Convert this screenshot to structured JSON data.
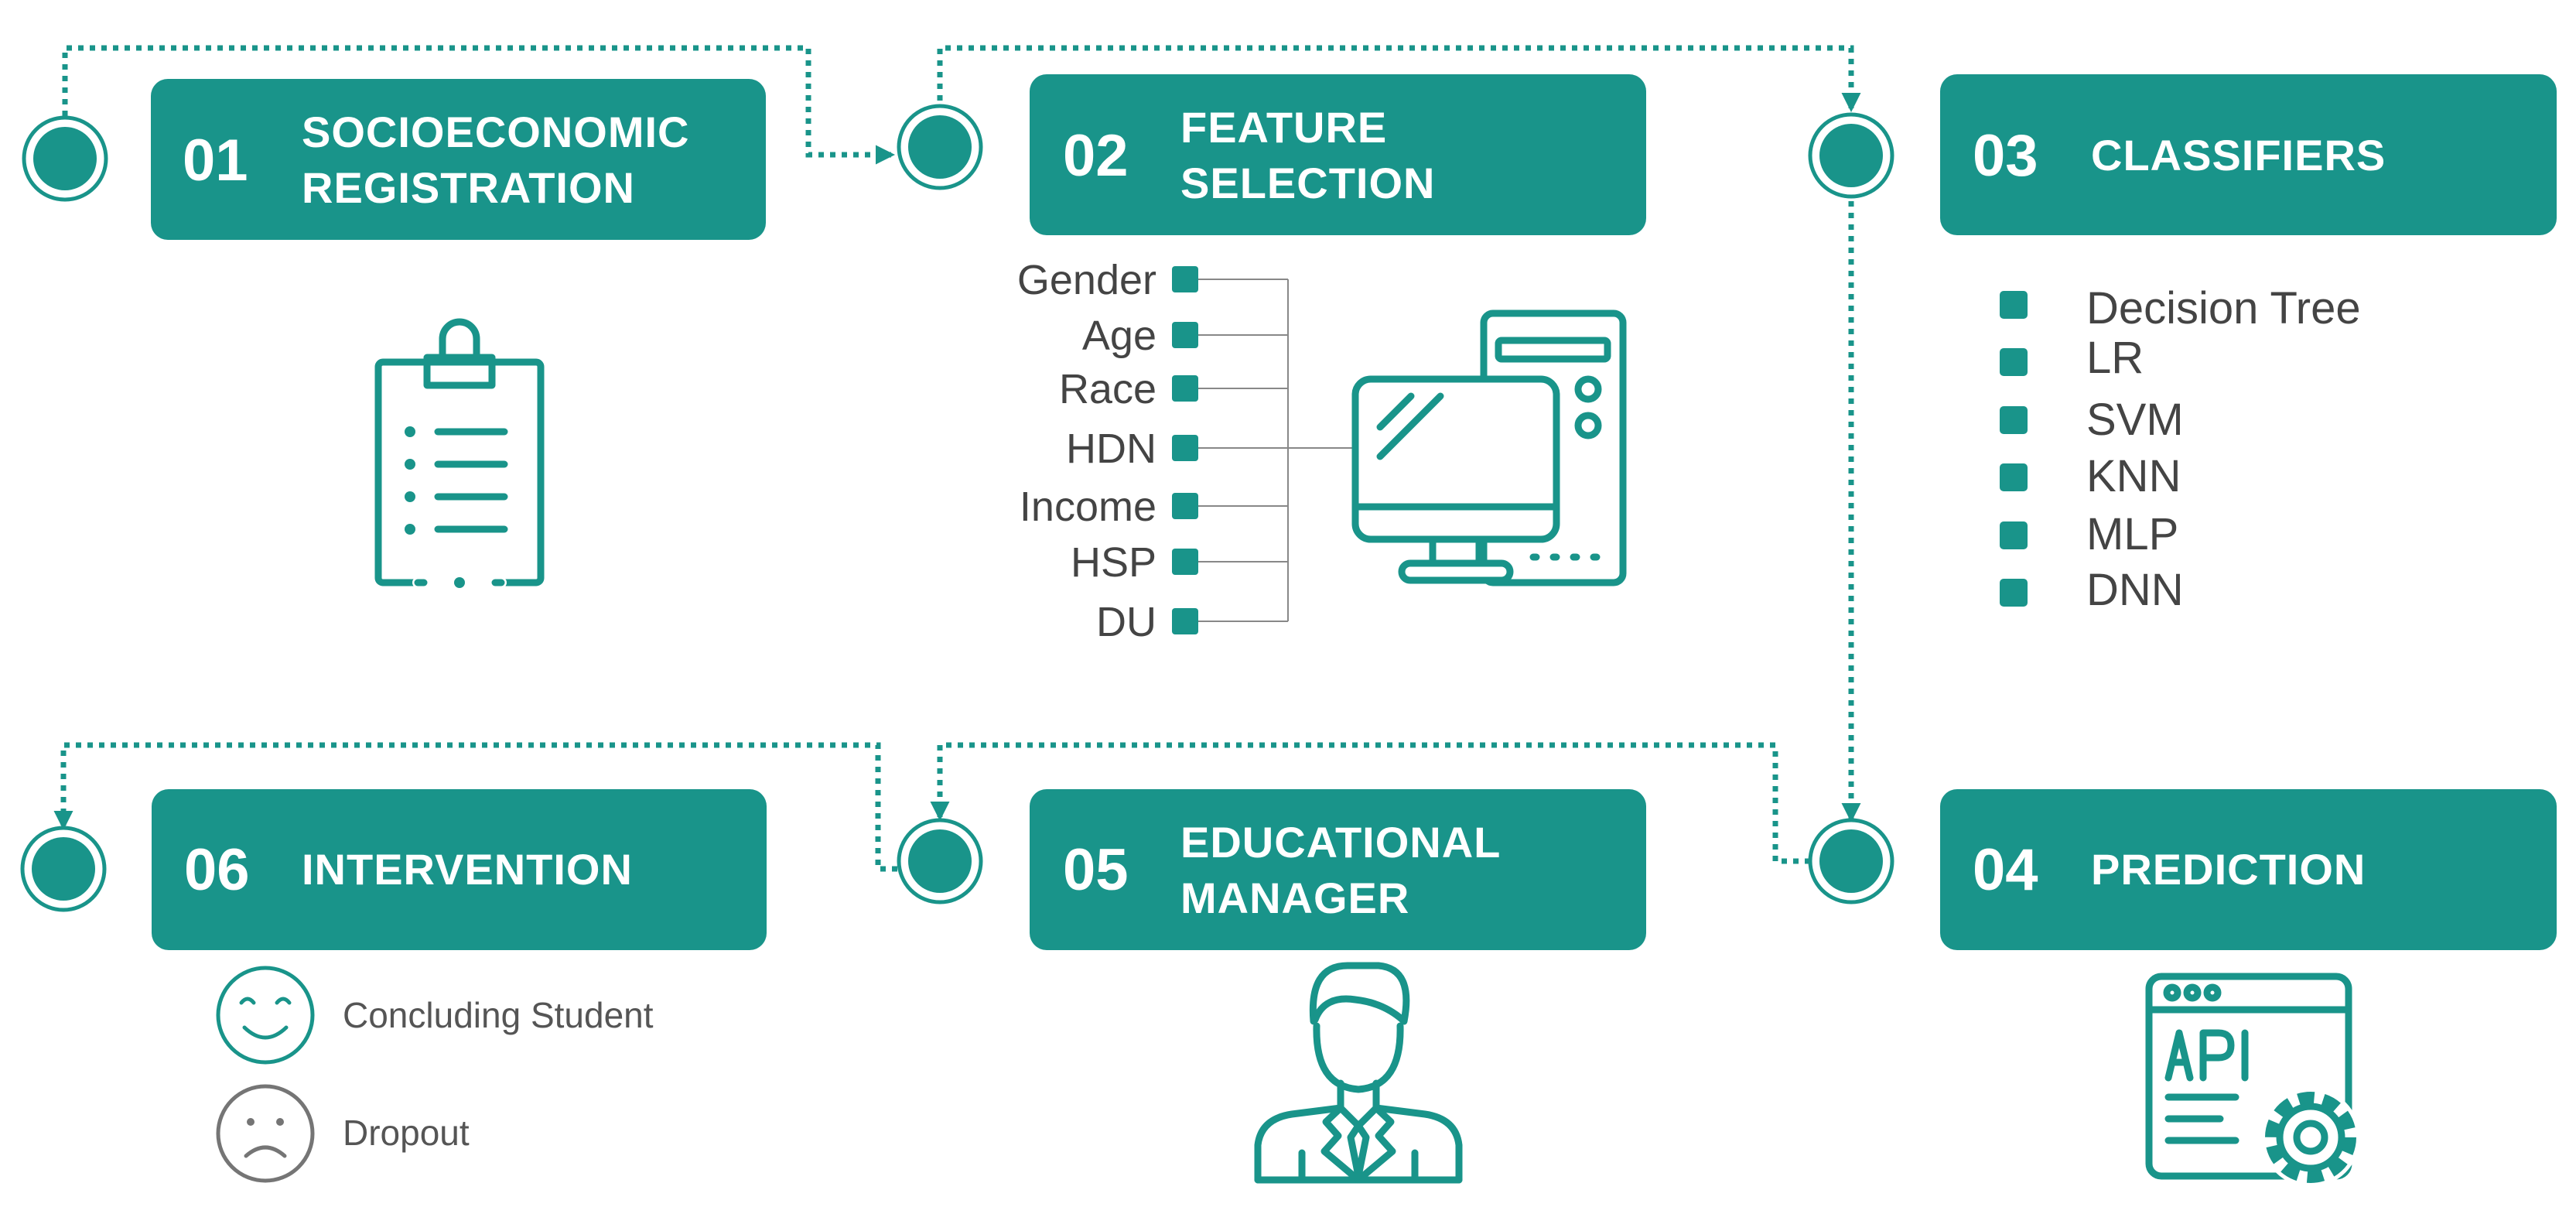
{
  "colors": {
    "teal": "#19948a",
    "gray": "#757575",
    "text": "#444444"
  },
  "steps": [
    {
      "id": "01",
      "number": "01",
      "title": [
        "SOCIOECONOMIC",
        "REGISTRATION"
      ],
      "icon": "clipboard-icon"
    },
    {
      "id": "02",
      "number": "02",
      "title": [
        "FEATURE",
        "SELECTION"
      ],
      "icon": "desktop-computer-icon"
    },
    {
      "id": "03",
      "number": "03",
      "title": [
        "CLASSIFIERS"
      ],
      "icon": ""
    },
    {
      "id": "04",
      "number": "04",
      "title": [
        "PREDICTION"
      ],
      "icon": "api-settings-icon"
    },
    {
      "id": "05",
      "number": "05",
      "title": [
        "EDUCATIONAL",
        "MANAGER"
      ],
      "icon": "manager-person-icon"
    },
    {
      "id": "06",
      "number": "06",
      "title": [
        "INTERVENTION"
      ],
      "icon": ""
    }
  ],
  "features": [
    "Gender",
    "Age",
    "Race",
    "HDN",
    "Income",
    "HSP",
    "DU"
  ],
  "classifiers": [
    "Decision Tree",
    "LR",
    "SVM",
    "KNN",
    "MLP",
    "DNN"
  ],
  "outcomes": [
    {
      "label": "Concluding Student",
      "icon": "smiling-face-icon",
      "color": "teal"
    },
    {
      "label": "Dropout",
      "icon": "sad-face-icon",
      "color": "gray"
    }
  ]
}
